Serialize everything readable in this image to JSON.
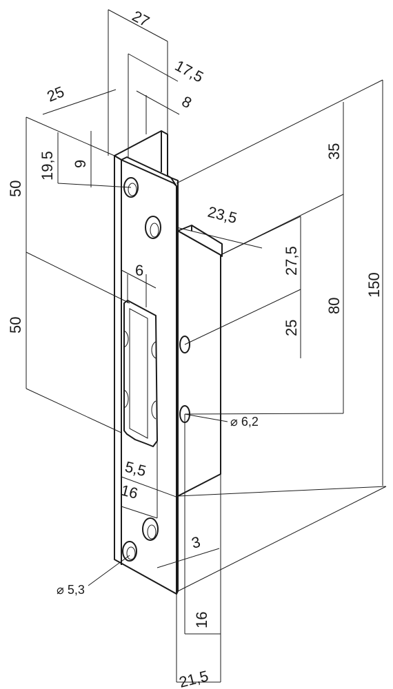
{
  "dimensions": {
    "d27": "27",
    "d17_5": "17,5",
    "d8": "8",
    "d25_top": "25",
    "d19_5": "19,5",
    "d9": "9",
    "d50_upper": "50",
    "d50_lower": "50",
    "d6": "6",
    "d35": "35",
    "d23_5": "23,5",
    "d27_5": "27,5",
    "d80": "80",
    "d25_mid": "25",
    "d150": "150",
    "dia6_2": "⌀ 6,2",
    "d5_5": "5,5",
    "d16_left": "16",
    "d3": "3",
    "dia5_3": "⌀ 5,3",
    "d16_bottom": "16",
    "d21_5": "21,5"
  }
}
